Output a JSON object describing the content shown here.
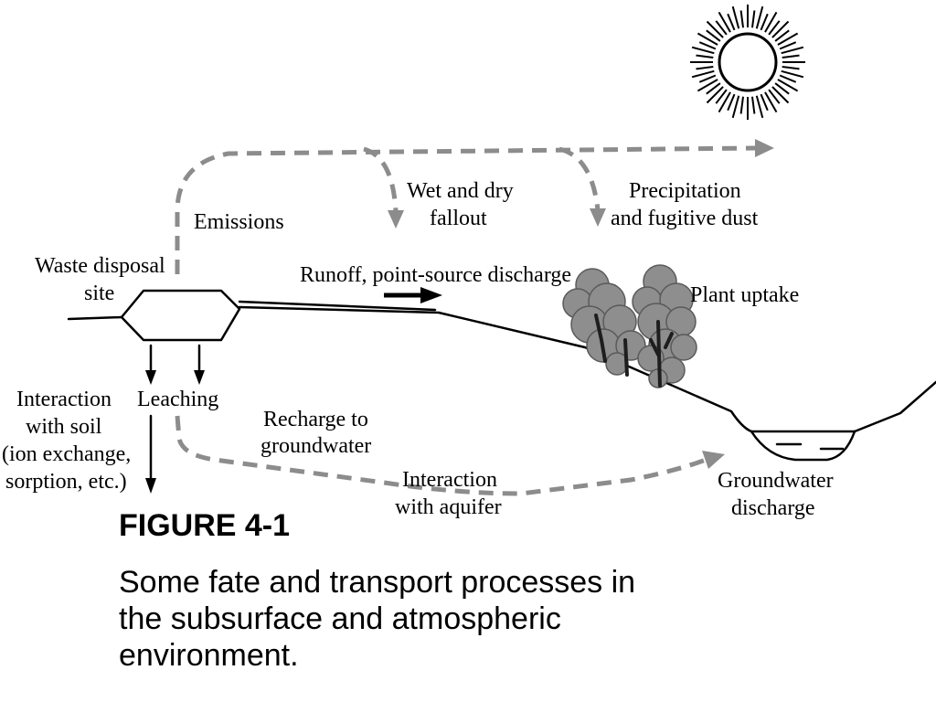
{
  "diagram": {
    "labels": {
      "emissions": "Emissions",
      "wet_dry_fallout": [
        "Wet and dry",
        "fallout"
      ],
      "precipitation": [
        "Precipitation",
        "and fugitive dust"
      ],
      "waste_site": [
        "Waste disposal",
        "site"
      ],
      "runoff": "Runoff, point-source discharge",
      "plant_uptake": "Plant uptake",
      "soil_interaction": [
        "Interaction",
        "with soil",
        "(ion exchange,",
        "sorption, etc.)"
      ],
      "leaching": "Leaching",
      "recharge": [
        "Recharge to",
        "groundwater"
      ],
      "aquifer_interaction": [
        "Interaction",
        "with aquifer"
      ],
      "groundwater_discharge": [
        "Groundwater",
        "discharge"
      ]
    },
    "icons": {
      "sun": "sun-icon",
      "trees": "tree-icon"
    },
    "colors": {
      "dashed_arrow": "#8c8c8c",
      "foliage": "#8e8e8e",
      "line": "#000000"
    }
  },
  "figure": {
    "number": "FIGURE 4-1",
    "caption_lines": [
      "Some fate and transport processes in",
      "the subsurface and atmospheric",
      "environment."
    ]
  }
}
